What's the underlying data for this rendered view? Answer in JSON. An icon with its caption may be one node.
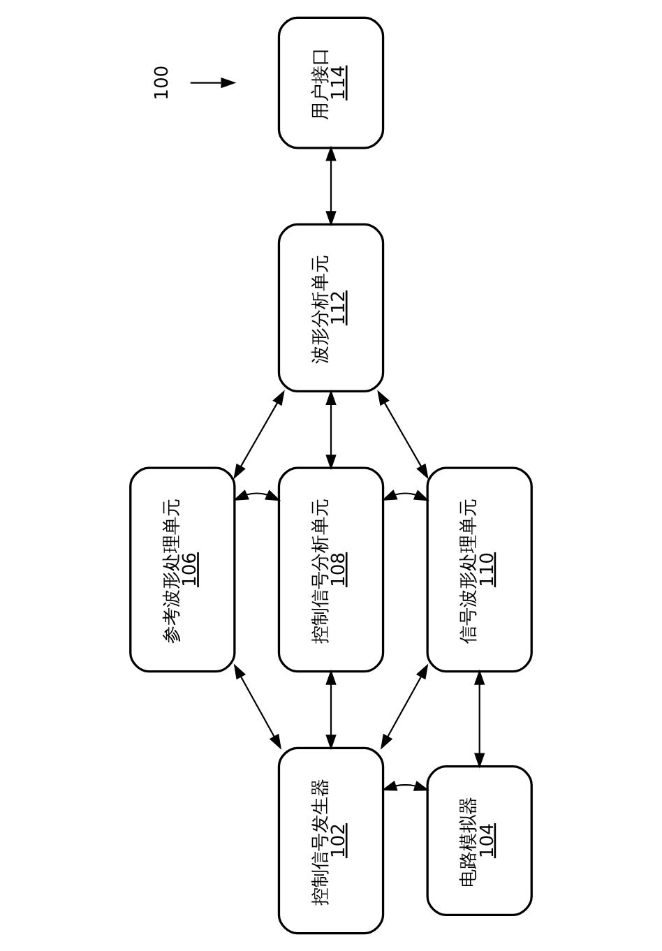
{
  "diagram": {
    "nodes": [
      {
        "text": [
          "用户接口",
          "114"
        ]
      },
      {
        "text": [
          "波形分析单元",
          "112"
        ]
      },
      {
        "text": [
          "参考波形处理单元",
          "106"
        ]
      },
      {
        "text": [
          "控制信号分析单元",
          "108"
        ]
      },
      {
        "text": [
          "信号波形处理单元",
          "110"
        ]
      },
      {
        "text": [
          "控制信号发生器",
          "102"
        ]
      },
      {
        "text": [
          "电路模拟器",
          "104"
        ]
      },
      {
        "text": [
          "100"
        ]
      }
    ],
    "edges": [
      {
        "from": 0,
        "to": 1,
        "arrow": "both"
      },
      {
        "from": 1,
        "to": 2,
        "arrow": "both"
      },
      {
        "from": 1,
        "to": 4,
        "arrow": "both"
      },
      {
        "from": 1,
        "to": 3,
        "arrow": "both"
      },
      {
        "from": 2,
        "to": 3,
        "arrow": "both"
      },
      {
        "from": 3,
        "to": 4,
        "arrow": "both"
      },
      {
        "from": 2,
        "to": 5,
        "arrow": "both"
      },
      {
        "from": 3,
        "to": 5,
        "arrow": "both"
      },
      {
        "from": 4,
        "to": 5,
        "arrow": "both"
      },
      {
        "from": 4,
        "to": 6,
        "arrow": "both"
      },
      {
        "from": 5,
        "to": 6,
        "arrow": "both"
      },
      {
        "from": 7,
        "to": null,
        "arrow": "to"
      }
    ]
  }
}
